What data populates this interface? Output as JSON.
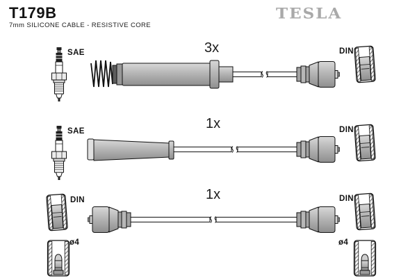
{
  "header": {
    "part_number": "T179B",
    "subtitle": "7mm SILICONE CABLE - RESISTIVE CORE",
    "brand": "TESLA"
  },
  "rows": [
    {
      "qty": "3x",
      "left_connector": "SAE",
      "right_connector": "DIN"
    },
    {
      "qty": "1x",
      "left_connector": "SAE",
      "right_connector": "DIN"
    },
    {
      "qty": "1x",
      "left_connector": "DIN",
      "right_connector": "DIN"
    }
  ],
  "terminals": {
    "left": "ø4",
    "right": "ø4"
  },
  "icons": {
    "left_row1": "sparkplug-icon",
    "left_row2": "sparkplug-icon",
    "left_row3": "din-boot-cap-icon",
    "right_all_rows": "din-boot-cap-icon",
    "bottom": "terminal-cup-icon"
  },
  "colors": {
    "cable_gray": "#b5b5b5",
    "logo_gray": "#a9a9a9",
    "outline": "#111111",
    "background": "#ffffff"
  }
}
